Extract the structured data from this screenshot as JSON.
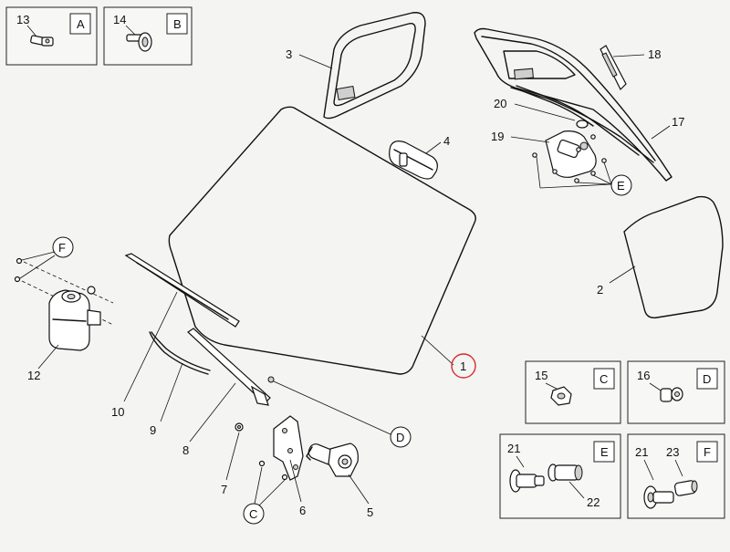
{
  "callouts": {
    "n1": "1",
    "n2": "2",
    "n3": "3",
    "n4": "4",
    "n5": "5",
    "n6": "6",
    "n7": "7",
    "n8": "8",
    "n9": "9",
    "n10": "10",
    "n12": "12",
    "n17": "17",
    "n18": "18",
    "n19": "19",
    "n20": "20"
  },
  "detail_letters": {
    "c": "C",
    "d": "D",
    "e": "E",
    "f": "F"
  },
  "inset_boxes": {
    "a": {
      "part": "13",
      "letter": "A"
    },
    "b": {
      "part": "14",
      "letter": "B"
    },
    "c": {
      "part": "15",
      "letter": "C"
    },
    "d": {
      "part": "16",
      "letter": "D"
    },
    "e": {
      "part_left": "21",
      "part_right": "22",
      "letter": "E"
    },
    "f": {
      "part_left": "21",
      "part_right": "23",
      "letter": "F"
    }
  },
  "colors": {
    "highlight": "#d62b2b",
    "line": "#111111",
    "background": "#f4f4f2"
  }
}
